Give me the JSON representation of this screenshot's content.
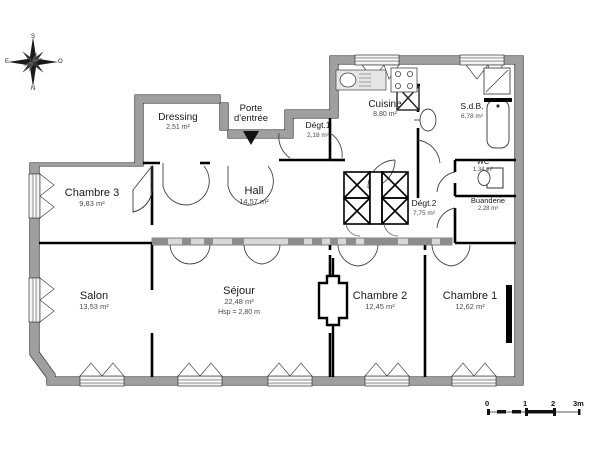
{
  "document": {
    "type": "floor-plan",
    "language": "fr",
    "background_color": "#ffffff",
    "wall_fill": "#9a9a9a",
    "wall_stroke": "#1a1a1a",
    "partition_color": "#000000"
  },
  "compass": {
    "name": "compass-rose",
    "top": "S",
    "bottom": "N",
    "left": "E",
    "right": "O"
  },
  "entry": {
    "line1": "Porte",
    "line2": "d'entrée",
    "marker": "chevron-down"
  },
  "scale_bar": {
    "unit_label": "3m",
    "ticks": [
      "0",
      "1",
      "2",
      "3m"
    ]
  },
  "rooms": [
    {
      "id": "dressing",
      "name": "Dressing",
      "area": "2,51 m²",
      "note": ""
    },
    {
      "id": "chambre3",
      "name": "Chambre 3",
      "area": "9,83 m²",
      "note": ""
    },
    {
      "id": "hall",
      "name": "Hall",
      "area": "14,57 m²",
      "note": ""
    },
    {
      "id": "degt1",
      "name": "Dégt.1",
      "area": "2,18 m²",
      "note": ""
    },
    {
      "id": "cuisine",
      "name": "Cuisine",
      "area": "8,80 m²",
      "note": ""
    },
    {
      "id": "sdb",
      "name": "S.d.B.",
      "area": "6,78 m²",
      "note": ""
    },
    {
      "id": "wc",
      "name": "WC",
      "area": "1,34 m²",
      "note": ""
    },
    {
      "id": "buanderie",
      "name": "Buanderie",
      "area": "2,28 m²",
      "note": ""
    },
    {
      "id": "degt2",
      "name": "Dégt.2",
      "area": "7,75 m²",
      "note": ""
    },
    {
      "id": "salon",
      "name": "Salon",
      "area": "13,53 m²",
      "note": ""
    },
    {
      "id": "sejour",
      "name": "Séjour",
      "area": "22,48 m²",
      "note": "Hsp = 2,80 m"
    },
    {
      "id": "chambre2",
      "name": "Chambre 2",
      "area": "12,45 m²",
      "note": ""
    },
    {
      "id": "chambre1",
      "name": "Chambre 1",
      "area": "12,62 m²",
      "note": ""
    }
  ],
  "fixtures": [
    {
      "id": "sink",
      "label": "kitchen-sink"
    },
    {
      "id": "stove",
      "label": "cooktop-four-burner"
    },
    {
      "id": "bathtub",
      "label": "bathtub"
    },
    {
      "id": "basin",
      "label": "wash-basin"
    },
    {
      "id": "toilet",
      "label": "wc-toilet"
    },
    {
      "id": "shower",
      "label": "shower-tray"
    },
    {
      "id": "chimney",
      "label": "fireplace-chimney"
    },
    {
      "id": "closet",
      "label": "built-in-closet"
    }
  ]
}
